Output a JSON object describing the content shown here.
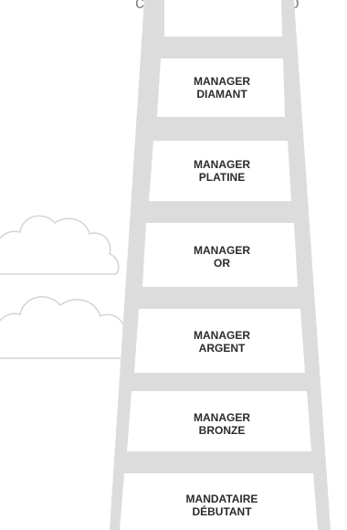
{
  "header": {
    "text": "coacher, à vous imp"
  },
  "ladder": {
    "rail_color": "#dcdcdc",
    "rung_color": "#ffffff",
    "cloud_stroke": "#d6d6d6",
    "rungs": [
      {
        "line1": "MANAGER",
        "line2": "DIAMANT"
      },
      {
        "line1": "MANAGER",
        "line2": "PLATINE"
      },
      {
        "line1": "MANAGER",
        "line2": "OR"
      },
      {
        "line1": "MANAGER",
        "line2": "ARGENT"
      },
      {
        "line1": "MANAGER",
        "line2": "BRONZE"
      },
      {
        "line1": "MANDATAIRE",
        "line2": "DÉBUTANT"
      }
    ]
  }
}
